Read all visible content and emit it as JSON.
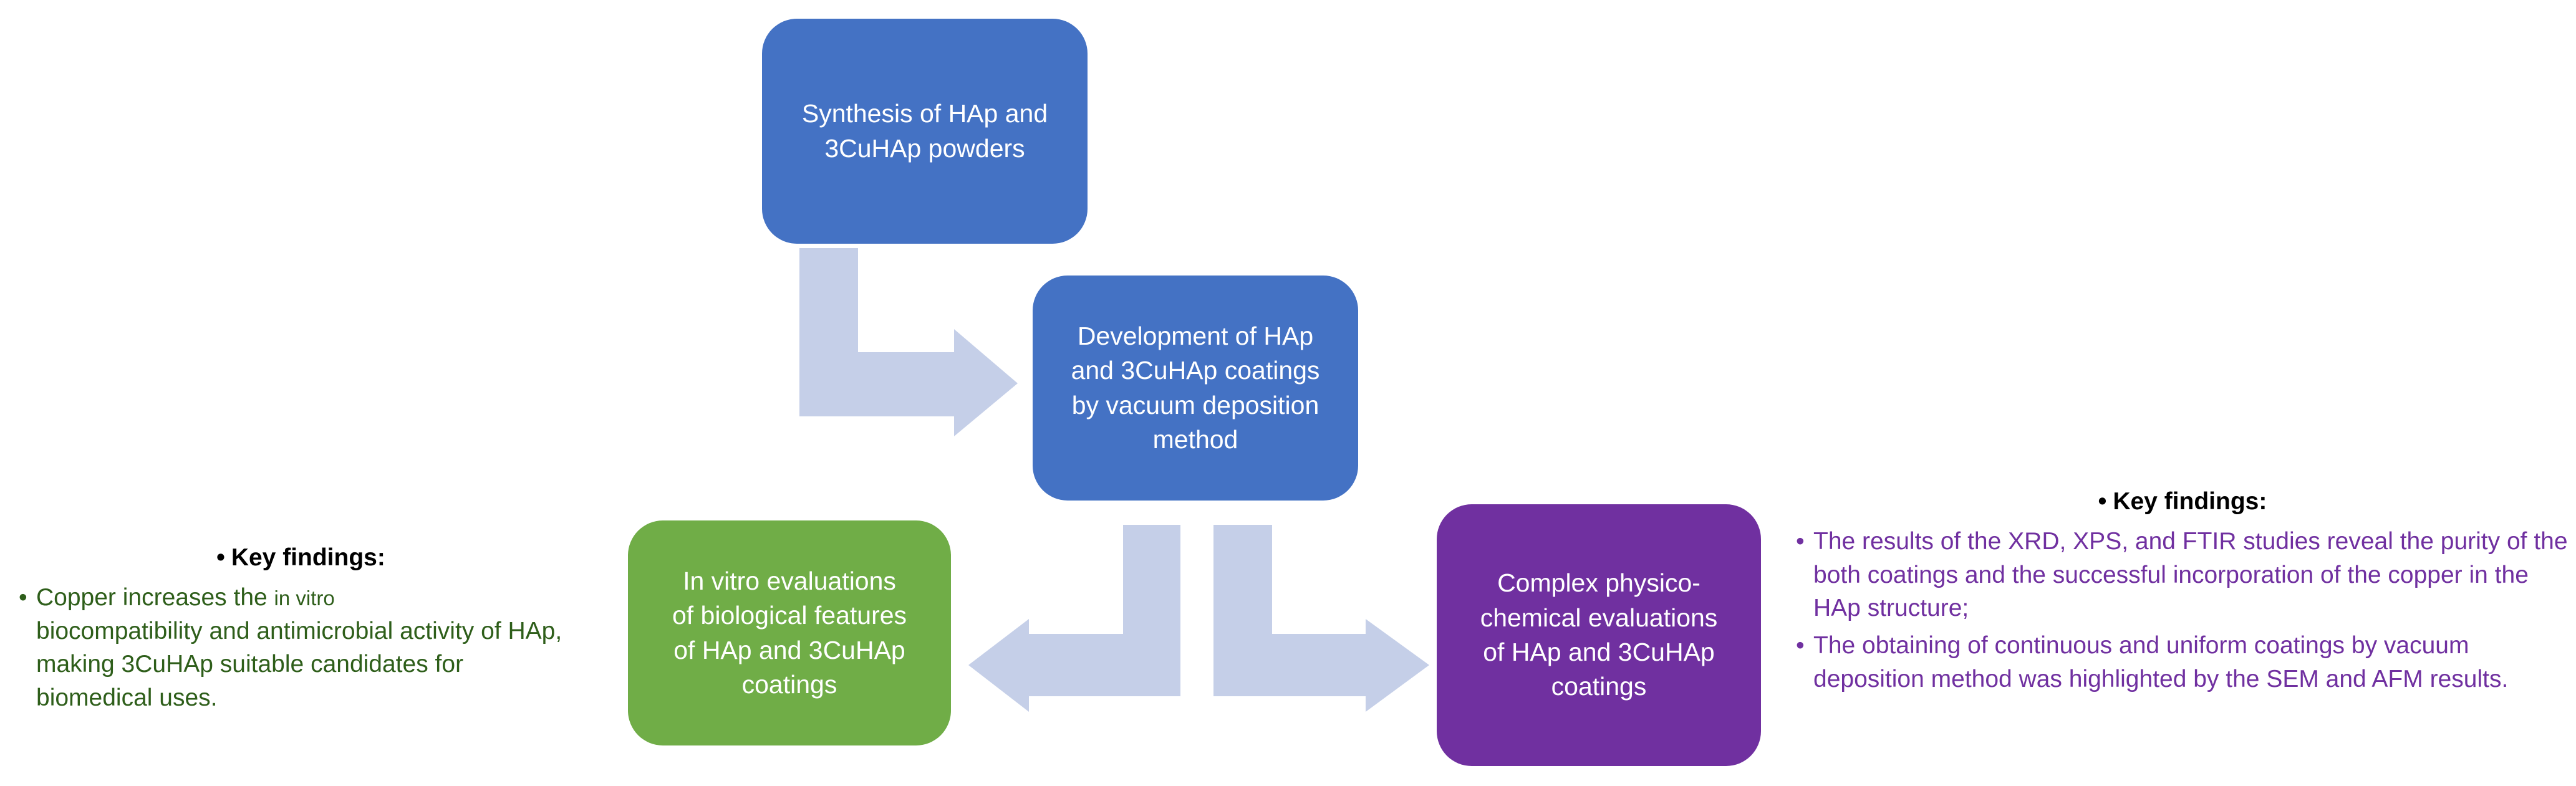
{
  "boxes": {
    "synthesis": "Synthesis of HAp and\n3CuHAp powders",
    "development": "Development of HAp\nand 3CuHAp coatings\nby vacuum deposition\nmethod",
    "in_vitro": "In vitro evaluations\nof biological features\nof HAp and 3CuHAp\ncoatings",
    "physico": "Complex physico-\nchemical evaluations\nof HAp and 3CuHAp\ncoatings"
  },
  "findings_left": {
    "heading": "Key findings:",
    "items": [
      {
        "part1": "Copper increases the ",
        "part2": "in vitro",
        "part3": "biocompatibility and antimicrobial activity of HAp, making 3CuHAp suitable candidates for biomedical uses."
      }
    ]
  },
  "findings_right": {
    "heading": "Key findings:",
    "items": [
      "The results of the XRD, XPS, and FTIR studies reveal the purity of the both coatings and the successful incorporation of the copper in the HAp structure;",
      "The obtaining of continuous and uniform coatings by vacuum deposition method was highlighted by the SEM and AFM results."
    ]
  },
  "colors": {
    "blue_box": "#4472c4",
    "green_box": "#70ad47",
    "purple_box": "#7030a0",
    "arrow": "#c5cfe8",
    "left_text": "#2e5e1a",
    "right_text": "#7030a0"
  }
}
